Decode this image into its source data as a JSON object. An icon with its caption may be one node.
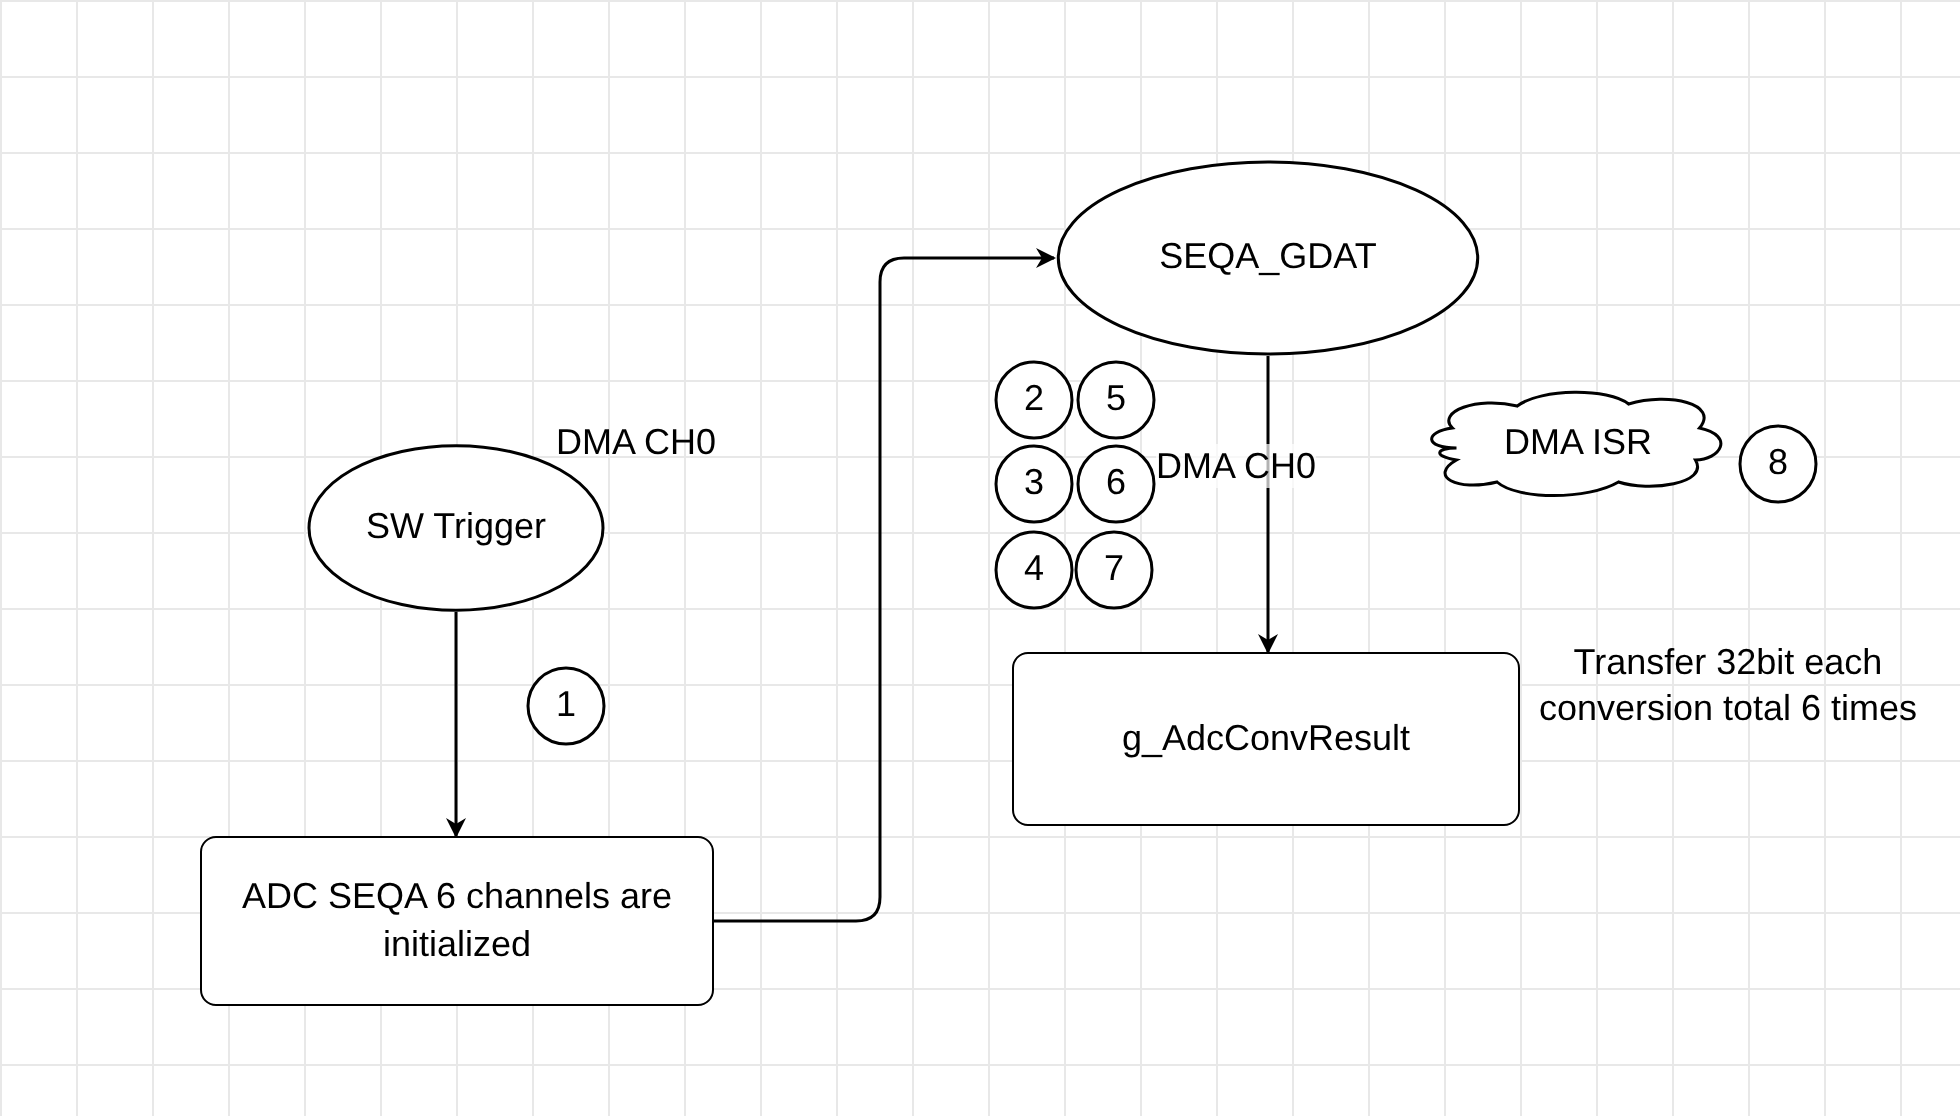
{
  "diagram": {
    "nodes": [
      {
        "text": [
          "SW Trigger"
        ]
      },
      {
        "text": [
          "ADC SEQA 6 channels are initialized"
        ]
      },
      {
        "text": [
          "SEQA_GDAT"
        ]
      },
      {
        "text": [
          "g_AdcConvResult"
        ],
        "beside": [
          "Transfer 32bit each conversion total 6 times"
        ]
      },
      {
        "text": [
          "DMA ISR"
        ]
      },
      {
        "text": [
          "1"
        ]
      },
      {
        "text": [
          "2"
        ]
      },
      {
        "text": [
          "5"
        ]
      },
      {
        "text": [
          "3"
        ]
      },
      {
        "text": [
          "6"
        ]
      },
      {
        "text": [
          "4"
        ]
      },
      {
        "text": [
          "7"
        ]
      },
      {
        "text": [
          "8"
        ]
      }
    ],
    "edges": [
      {
        "from": 0,
        "to": 1,
        "arrow": "to"
      },
      {
        "from": 1,
        "to": 2,
        "arrow": "to"
      },
      {
        "from": 2,
        "to": 3,
        "arrow": "to",
        "label": "DMA CH0"
      }
    ],
    "labels": [
      "DMA CH0"
    ]
  }
}
